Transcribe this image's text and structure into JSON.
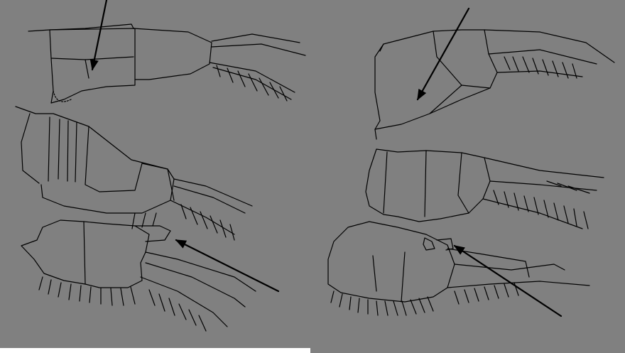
{
  "figure": {
    "background_color": "#808080",
    "line_color": "#000000",
    "footer_strip_color": "#ffffff",
    "panels": [
      {
        "name": "left-appendages",
        "segments": 3,
        "arrows": 2
      },
      {
        "name": "right-appendages",
        "segments": 3,
        "arrows": 2
      }
    ]
  }
}
